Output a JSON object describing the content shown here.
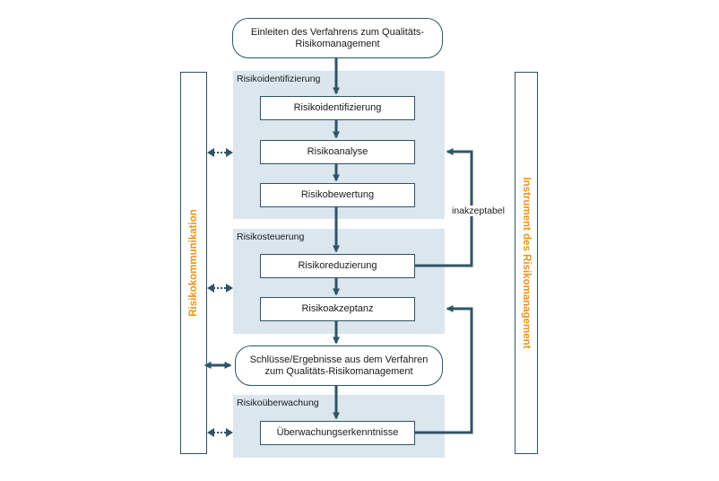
{
  "start_box": "Einleiten des Verfahrens zum Qualitäts-\nRisikomanagement",
  "panels": {
    "identification": {
      "title": "Risikoidentifizierung",
      "steps": [
        "Risikoidentifizierung",
        "Risikoanalyse",
        "Risikobewertung"
      ]
    },
    "control": {
      "title": "Risikosteuerung",
      "steps": [
        "Risikoreduzierung",
        "Risikoakzeptanz"
      ]
    },
    "monitoring": {
      "title": "Risikoüberwachung",
      "steps": [
        "Überwachungserkenntnisse"
      ]
    }
  },
  "conclusions_box": "Schlüsse/Ergebnisse aus dem Verfahren\nzum Qualitäts-Risikomanagement",
  "left_sidebar": "Risikokommunikation",
  "right_sidebar": "Instrument des Risikomanagement",
  "feedback_label": "inakzeptabel",
  "colors": {
    "panel": "#dce6ee",
    "line": "#2f5466",
    "accent": "#e8951e"
  }
}
